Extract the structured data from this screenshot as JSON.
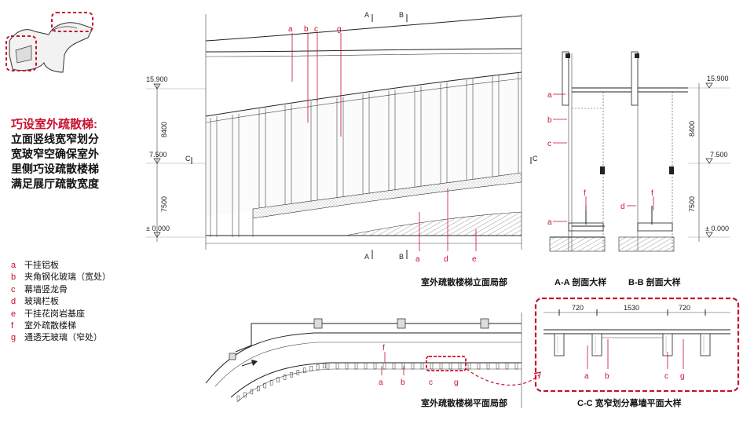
{
  "heading": "巧设室外疏散梯:",
  "description": [
    "立面竖线宽窄划分",
    "宽玻窄空确保室外",
    "里侧巧设疏散楼梯",
    "满足展厅疏散宽度"
  ],
  "legend": [
    {
      "key": "a",
      "text": "干挂铝板"
    },
    {
      "key": "b",
      "text": "夹角钢化玻璃（宽处）"
    },
    {
      "key": "c",
      "text": "幕墙竖龙骨"
    },
    {
      "key": "d",
      "text": "玻璃栏板"
    },
    {
      "key": "e",
      "text": "干挂花岗岩基座"
    },
    {
      "key": "f",
      "text": "室外疏散楼梯"
    },
    {
      "key": "g",
      "text": "通透无玻璃（窄处）"
    }
  ],
  "captions": {
    "elevation": "室外疏散楼梯立面局部",
    "section_aa": "A-A 剖面大样",
    "section_bb": "B-B 剖面大样",
    "plan": "室外疏散楼梯平面局部",
    "detail_cc": "C-C 宽窄划分幕墙平面大样"
  },
  "levels": [
    "15.900",
    "7.500",
    "± 0.000"
  ],
  "heights": [
    "8400",
    "7500"
  ],
  "section_marks": {
    "a": "A",
    "b": "B",
    "c": "C"
  },
  "detail_dims": [
    "720",
    "1530",
    "720"
  ],
  "letters": {
    "a": "a",
    "b": "b",
    "c": "c",
    "d": "d",
    "e": "e",
    "f": "f",
    "g": "g"
  },
  "colors": {
    "accent": "#c8102e",
    "line": "#222222"
  }
}
